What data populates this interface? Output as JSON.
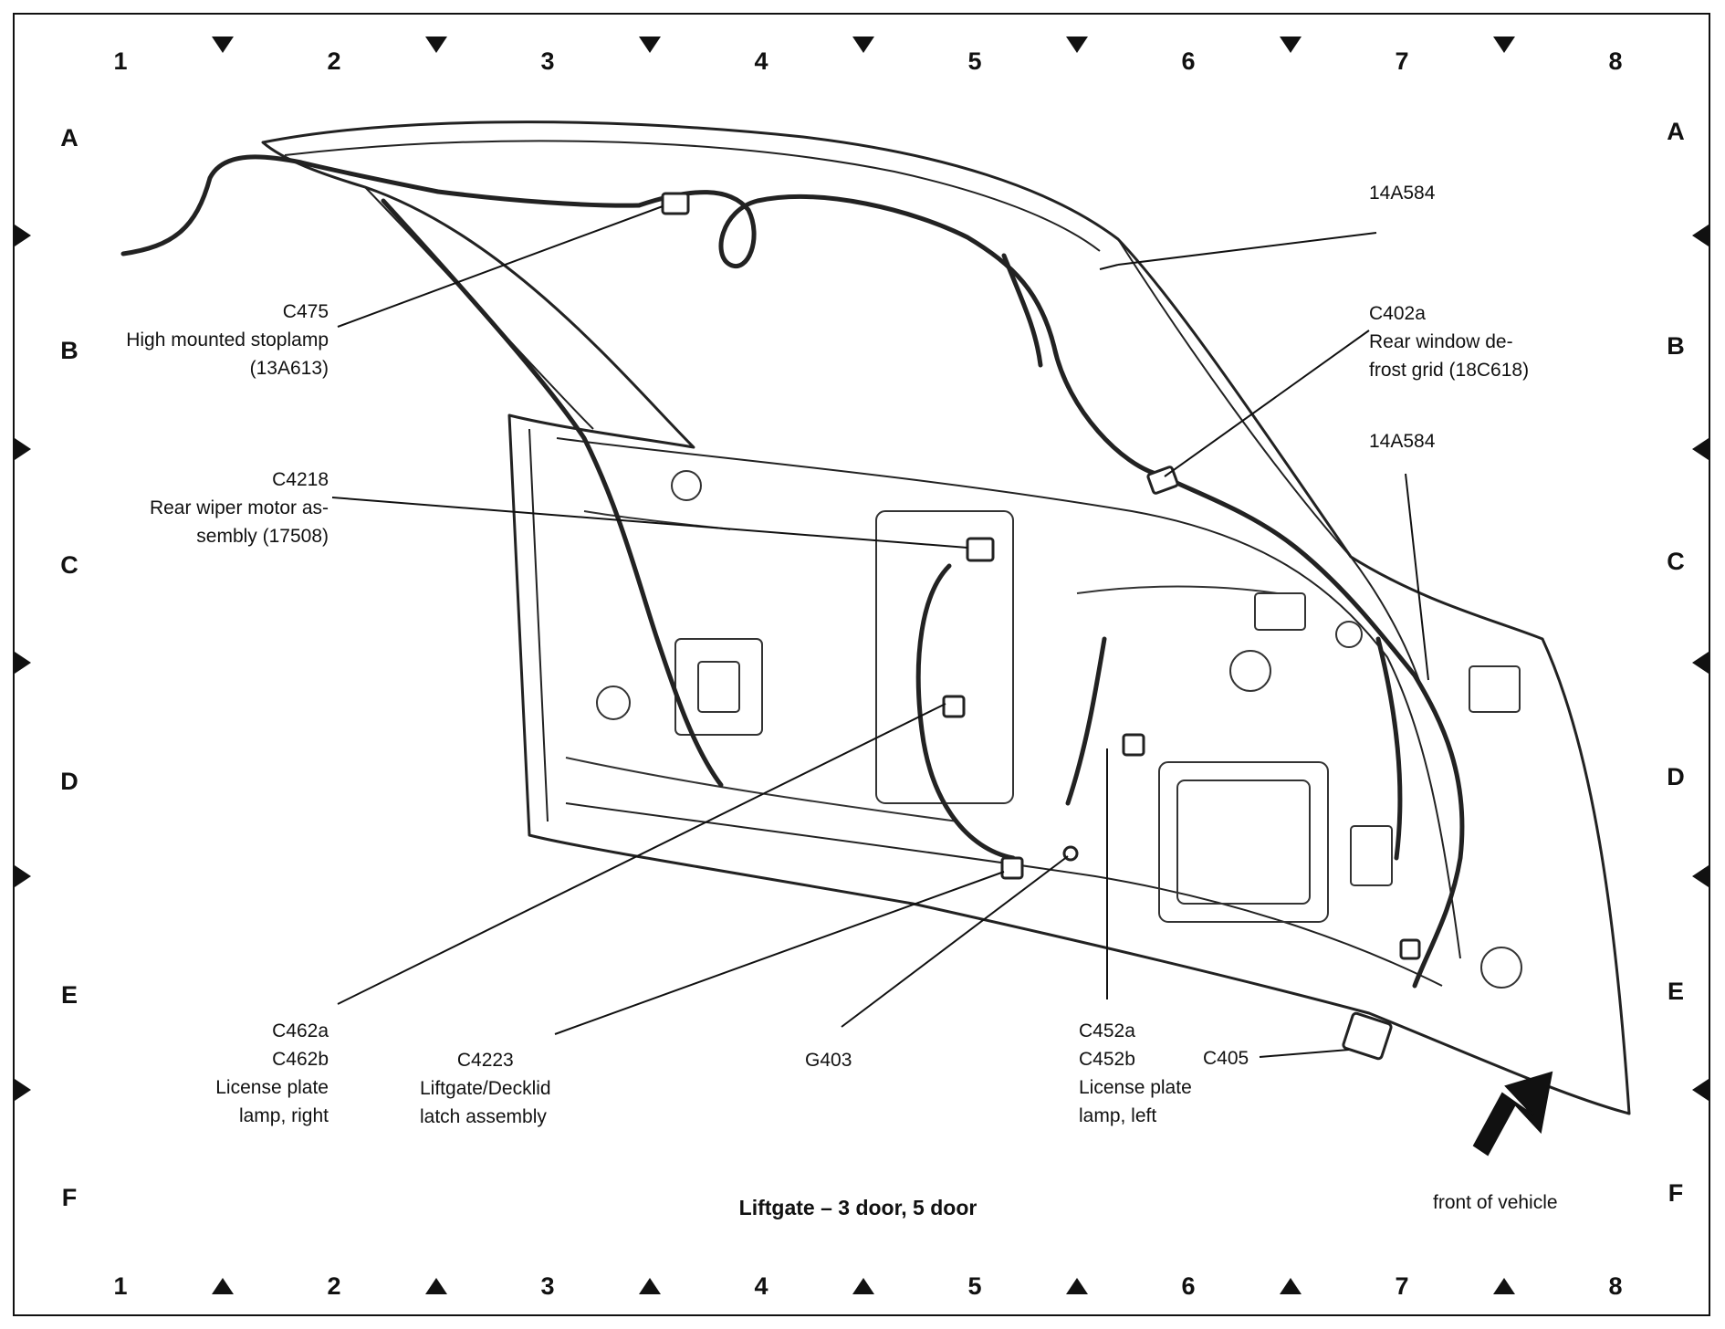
{
  "diagram": {
    "title": "Liftgate – 3 door, 5 door",
    "columns": [
      "1",
      "2",
      "3",
      "4",
      "5",
      "6",
      "7",
      "8"
    ],
    "rows": [
      "A",
      "B",
      "C",
      "D",
      "E",
      "F"
    ],
    "callouts": {
      "c475": [
        "C475",
        "High mounted stoplamp",
        "(13A613)"
      ],
      "c4218": [
        "C4218",
        "Rear wiper motor as-",
        "sembly (17508)"
      ],
      "harness_top": [
        "14A584"
      ],
      "c402a": [
        "C402a",
        "Rear window de-",
        "frost grid (18C618)"
      ],
      "harness_right": [
        "14A584"
      ],
      "c462": [
        "C462a",
        "C462b",
        "License plate",
        "lamp, right"
      ],
      "c4223": [
        "C4223",
        "Liftgate/Decklid",
        "latch assembly"
      ],
      "g403": [
        "G403"
      ],
      "c452": [
        "C452a",
        "C452b",
        "License plate",
        "lamp, left"
      ],
      "c405": [
        "C405"
      ]
    },
    "arrow_label": "front of vehicle"
  }
}
